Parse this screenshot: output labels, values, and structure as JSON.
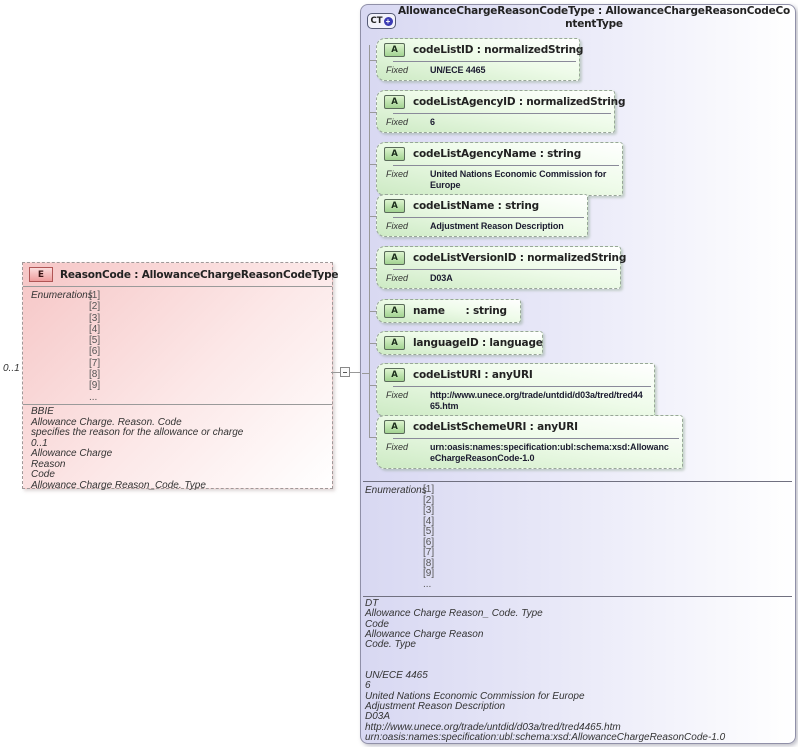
{
  "diagram": {
    "element": {
      "badge": "E",
      "title": "ReasonCode : AllowanceChargeReasonCodeType",
      "cardinality": "0..1",
      "enumerations_label": "Enumerations",
      "enumerations": [
        "[1]",
        "[2]",
        "[3]",
        "[4]",
        "[5]",
        "[6]",
        "[7]",
        "[8]",
        "[9]",
        "..."
      ],
      "annotation_lines": [
        "BBIE",
        "Allowance Charge. Reason. Code",
        "specifies the reason for the allowance or charge",
        "0..1",
        "Allowance Charge",
        "Reason",
        "Code",
        "Allowance Charge Reason_Code. Type"
      ]
    },
    "complex_type": {
      "badge": "CT",
      "expand_symbol": "+",
      "title": "AllowanceChargeReasonCodeType : AllowanceChargeReasonCodeContentType",
      "fixed_label": "Fixed",
      "attributes": [
        {
          "badge": "A",
          "name": "codeListID : normalizedString",
          "fixed": "UN/ECE 4465"
        },
        {
          "badge": "A",
          "name": "codeListAgencyID : normalizedString",
          "fixed": "6"
        },
        {
          "badge": "A",
          "name": "codeListAgencyName : string",
          "fixed": "United Nations Economic Commission for Europe"
        },
        {
          "badge": "A",
          "name": "codeListName : string",
          "fixed": "Adjustment Reason Description"
        },
        {
          "badge": "A",
          "name": "codeListVersionID : normalizedString",
          "fixed": "D03A"
        },
        {
          "badge": "A",
          "name": "name      : string"
        },
        {
          "badge": "A",
          "name": "languageID : language"
        },
        {
          "badge": "A",
          "name": "codeListURI : anyURI",
          "fixed": "http://www.unece.org/trade/untdid/d03a/tred/tred4465.htm"
        },
        {
          "badge": "A",
          "name": "codeListSchemeURI : anyURI",
          "fixed": "urn:oasis:names:specification:ubl:schema:xsd:AllowanceChargeReasonCode-1.0"
        }
      ],
      "enumerations_label": "Enumerations",
      "enumerations": [
        "[1]",
        "[2]",
        "[3]",
        "[4]",
        "[5]",
        "[6]",
        "[7]",
        "[8]",
        "[9]",
        "..."
      ],
      "annotation_lines": [
        "DT",
        "Allowance Charge Reason_ Code. Type",
        "Code",
        "Allowance Charge Reason",
        "Code. Type",
        "",
        "",
        "UN/ECE 4465",
        "6",
        "United Nations Economic Commission for Europe",
        "Adjustment Reason Description",
        "D03A",
        "http://www.unece.org/trade/untdid/d03a/tred/tred4465.htm",
        "urn:oasis:names:specification:ubl:schema:xsd:AllowanceChargeReasonCode-1.0"
      ]
    }
  }
}
